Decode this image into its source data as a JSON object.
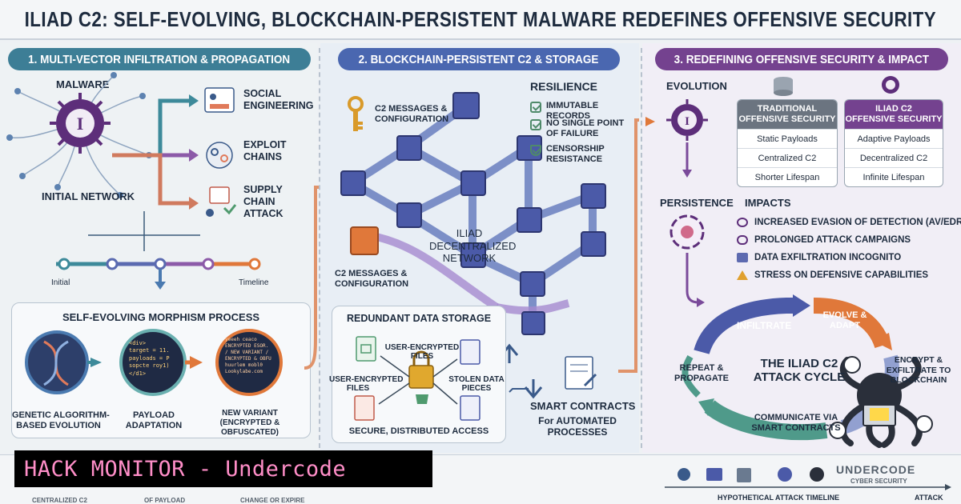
{
  "title": "ILIAD C2: SELF-EVOLVING, BLOCKCHAIN-PERSISTENT MALWARE REDEFINES OFFENSIVE SECURITY",
  "section1": {
    "header": "1. MULTI-VECTOR INFILTRATION & PROPAGATION",
    "malware_label": "MALWARE",
    "network_label": "INITIAL NETWORK",
    "vectors": [
      {
        "label": "SOCIAL\nENGINEERING"
      },
      {
        "label": "EXPLOIT\nCHAINS"
      },
      {
        "label": "SUPPLY\nCHAIN\nATTACK"
      }
    ],
    "timeline_start": "Initial",
    "timeline_end": "Timeline",
    "morphism": {
      "title": "SELF-EVOLVING MORPHISM PROCESS",
      "steps": [
        "GENETIC ALGORITHM-\nBASED EVOLUTION",
        "PAYLOAD\nADAPTATION",
        "NEW VARIANT\n(ENCRYPTED &\nOBFUSCATED)"
      ],
      "code_lines": [
        "<div>",
        "target = 11.",
        "payloads = P",
        "sopcte roy1)",
        "</d1>"
      ],
      "encrypted_lines": [
        "yeeeh ceaco",
        "ENCRYPTED ESOR.",
        "/ NEW VARIANT /",
        "ENCRYPTED & OBFU",
        "huurlem mobl0",
        "Lookylabe.com"
      ]
    }
  },
  "section2": {
    "header": "2. BLOCKCHAIN-PERSISTENT C2 & STORAGE",
    "c2_top": "C2 MESSAGES &\nCONFIGURATION",
    "c2_bottom": "C2 MESSAGES &\nCONFIGURATION",
    "network_label": "ILIAD\nDECENTRALIZED\nNETWORK",
    "resilience": {
      "title": "RESILIENCE",
      "items": [
        "IMMUTABLE RECORDS",
        "NO SINGLE POINT\nOF FAILURE",
        "CENSORSHIP\nRESISTANCE"
      ]
    },
    "storage": {
      "title": "REDUNDANT DATA STORAGE",
      "items": [
        "USER-ENCRYPTED\nFILES",
        "USER-ENCRYPTED\nFILES",
        "STOLEN DATA\nPIECES"
      ],
      "footer": "SECURE, DISTRIBUTED ACCESS"
    },
    "smart_contracts": "SMART CONTRACTS",
    "smart_contracts_sub": "For AUTOMATED\nPROCESSES"
  },
  "section3": {
    "header": "3. REDEFINING OFFENSIVE SECURITY & IMPACT",
    "evolution_label": "EVOLUTION",
    "persistence_label": "PERSISTENCE",
    "traditional": {
      "header": "TRADITIONAL\nOFFENSIVE SECURITY",
      "rows": [
        "Static Payloads",
        "Centralized C2",
        "Shorter Lifespan"
      ]
    },
    "iliad": {
      "header": "ILIAD C2\nOFFENSIVE SECURITY",
      "rows": [
        "Adaptive Payloads",
        "Decentralized C2",
        "Infinite Lifespan"
      ]
    },
    "impacts": {
      "title": "IMPACTS",
      "items": [
        "INCREASED EVASION OF DETECTION (AV/EDR)",
        "PROLONGED ATTACK CAMPAIGNS",
        "DATA EXFILTRATION INCOGNITO",
        "STRESS ON DEFENSIVE CAPABILITIES"
      ]
    },
    "cycle": {
      "title": "THE ILIAD C2\nATTACK CYCLE",
      "stages": [
        "INFILTRATE",
        "EVOLVE &\nADAPT",
        "ENCRYPT &\nEXFILTRATE TO\nBLOCKCHAIN",
        "COMMUNICATE VIA\nSMART CONTRACTS",
        "REPEAT &\nPROPAGATE"
      ]
    }
  },
  "bottom": {
    "banner": "HACK MONITOR - Undercode",
    "timeline_label": "HYPOTHETICAL ATTACK TIMELINE",
    "timeline_end": "ATTACK",
    "logo": "UNDERCODE",
    "logo_sub": "CYBER SECURITY",
    "cut_labels": [
      "CENTRALIZED C2",
      "OF PAYLOAD",
      "CHANGE OR EXPIRE"
    ]
  },
  "colors": {
    "teal": "#3d7e96",
    "blue": "#4a67b0",
    "purple": "#74428f",
    "malware": "#5d2e7a",
    "orange": "#e0783a",
    "green": "#4f9a6e",
    "cube": "#4b5aa8"
  }
}
